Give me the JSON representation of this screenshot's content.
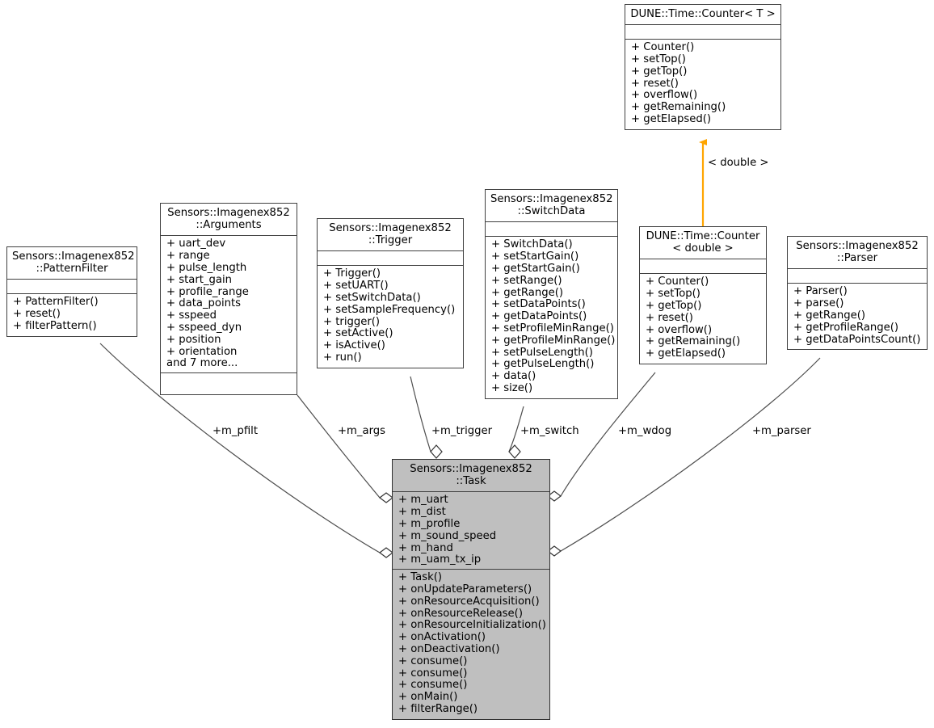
{
  "diagram": {
    "type": "uml-collaboration-diagram",
    "background": "#ffffff",
    "highlight_color": "#bfbfbf",
    "edge_color": "#4d4d4d",
    "inherit_arrow_color": "#ffa500"
  },
  "classes": {
    "counter_t": {
      "title": "DUNE::Time::Counter< T >",
      "title_lines": [
        "DUNE::Time::Counter< T >"
      ],
      "attributes": [],
      "operations": [
        "+ Counter()",
        "+ setTop()",
        "+ getTop()",
        "+ reset()",
        "+ overflow()",
        "+ getRemaining()",
        "+ getElapsed()"
      ]
    },
    "counter_double": {
      "title": "DUNE::Time::Counter\n< double >",
      "title_lines": [
        "DUNE::Time::Counter",
        "< double >"
      ],
      "attributes": [],
      "operations": [
        "+ Counter()",
        "+ setTop()",
        "+ getTop()",
        "+ reset()",
        "+ overflow()",
        "+ getRemaining()",
        "+ getElapsed()"
      ]
    },
    "pattern_filter": {
      "title": "Sensors::Imagenex852\n::PatternFilter",
      "title_lines": [
        "Sensors::Imagenex852",
        "::PatternFilter"
      ],
      "attributes": [],
      "operations": [
        "+ PatternFilter()",
        "+ reset()",
        "+ filterPattern()"
      ]
    },
    "arguments": {
      "title": "Sensors::Imagenex852\n::Arguments",
      "title_lines": [
        "Sensors::Imagenex852",
        "::Arguments"
      ],
      "attributes": [
        "+ uart_dev",
        "+ range",
        "+ pulse_length",
        "+ start_gain",
        "+ profile_range",
        "+ data_points",
        "+ sspeed",
        "+ sspeed_dyn",
        "+ position",
        "+ orientation",
        "and 7 more..."
      ],
      "operations": []
    },
    "trigger": {
      "title": "Sensors::Imagenex852\n::Trigger",
      "title_lines": [
        "Sensors::Imagenex852",
        "::Trigger"
      ],
      "attributes": [],
      "operations": [
        "+ Trigger()",
        "+ setUART()",
        "+ setSwitchData()",
        "+ setSampleFrequency()",
        "+ trigger()",
        "+ setActive()",
        "+ isActive()",
        "+ run()"
      ]
    },
    "switch_data": {
      "title": "Sensors::Imagenex852\n::SwitchData",
      "title_lines": [
        "Sensors::Imagenex852",
        "::SwitchData"
      ],
      "attributes": [],
      "operations": [
        "+ SwitchData()",
        "+ setStartGain()",
        "+ getStartGain()",
        "+ setRange()",
        "+ getRange()",
        "+ setDataPoints()",
        "+ getDataPoints()",
        "+ setProfileMinRange()",
        "+ getProfileMinRange()",
        "+ setPulseLength()",
        "+ getPulseLength()",
        "+ data()",
        "+ size()"
      ]
    },
    "parser": {
      "title": "Sensors::Imagenex852\n::Parser",
      "title_lines": [
        "Sensors::Imagenex852",
        "::Parser"
      ],
      "attributes": [],
      "operations": [
        "+ Parser()",
        "+ parse()",
        "+ getRange()",
        "+ getProfileRange()",
        "+ getDataPointsCount()"
      ]
    },
    "task": {
      "title": "Sensors::Imagenex852\n::Task",
      "title_lines": [
        "Sensors::Imagenex852",
        "::Task"
      ],
      "attributes": [
        "+ m_uart",
        "+ m_dist",
        "+ m_profile",
        "+ m_sound_speed",
        "+ m_hand",
        "+ m_uam_tx_ip"
      ],
      "operations": [
        "+ Task()",
        "+ onUpdateParameters()",
        "+ onResourceAcquisition()",
        "+ onResourceRelease()",
        "+ onResourceInitialization()",
        "+ onActivation()",
        "+ onDeactivation()",
        "+ consume()",
        "+ consume()",
        "+ consume()",
        "+ onMain()",
        "+ filterRange()"
      ]
    }
  },
  "edge_labels": {
    "pfilt": "+m_pfilt",
    "args": "+m_args",
    "trigger": "+m_trigger",
    "switch": "+m_switch",
    "wdog": "+m_wdog",
    "parser": "+m_parser",
    "template_binding": "< double >"
  }
}
